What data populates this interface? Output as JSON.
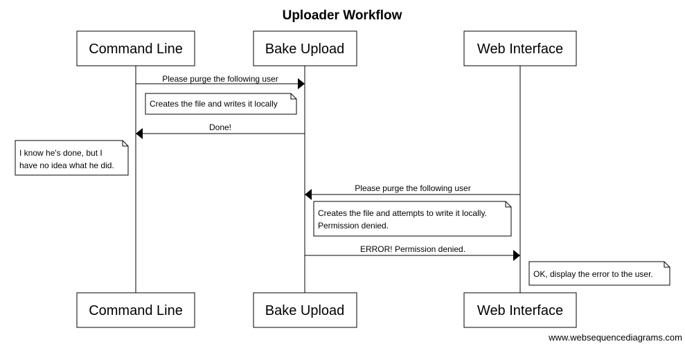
{
  "title": "Uploader Workflow",
  "actors": {
    "command_line": "Command Line",
    "bake_upload": "Bake Upload",
    "web_interface": "Web Interface"
  },
  "messages": {
    "m1": "Please purge the following user",
    "m2": "Done!",
    "m3": "Please purge the following user",
    "m4": "ERROR! Permission denied."
  },
  "notes": {
    "n1": [
      "Creates the file and writes it locally"
    ],
    "n2": [
      "I know he's done, but I",
      "have no idea what he did."
    ],
    "n3": [
      "Creates the file and attempts to write it locally.",
      "Permission denied."
    ],
    "n4": [
      "OK, display the error to the user."
    ]
  },
  "footer": "www.websequencediagrams.com"
}
